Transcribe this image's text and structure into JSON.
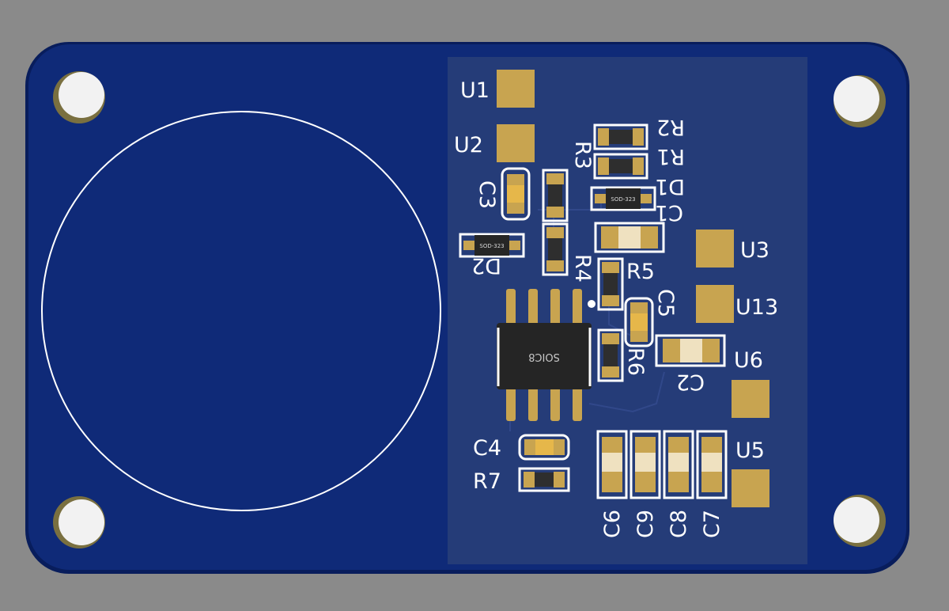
{
  "board": {
    "colors": {
      "background": "#8a8a8a",
      "pcb": "#0f2a78",
      "zone": "#253c78",
      "pad": "#c8a450",
      "silkscreen": "#ffffff"
    }
  },
  "components": {
    "U1": "U1",
    "U2": "U2",
    "U3": "U3",
    "U13": "U13",
    "U6": "U6",
    "U5": "U5",
    "R1": "R1",
    "R2": "R2",
    "R3": "R3",
    "R4": "R4",
    "R5": "R5",
    "R6": "R6",
    "R7": "R7",
    "C1": "C1",
    "C2": "C2",
    "C3": "C3",
    "C4": "C4",
    "C5": "C5",
    "C6": "C6",
    "C7": "C7",
    "C8": "C8",
    "C9": "C9",
    "D1": "D1",
    "D2": "D2"
  },
  "package_marks": {
    "sod_d1": "SOD-323",
    "sod_d2": "SOD-323",
    "ic": "SOIC8"
  }
}
